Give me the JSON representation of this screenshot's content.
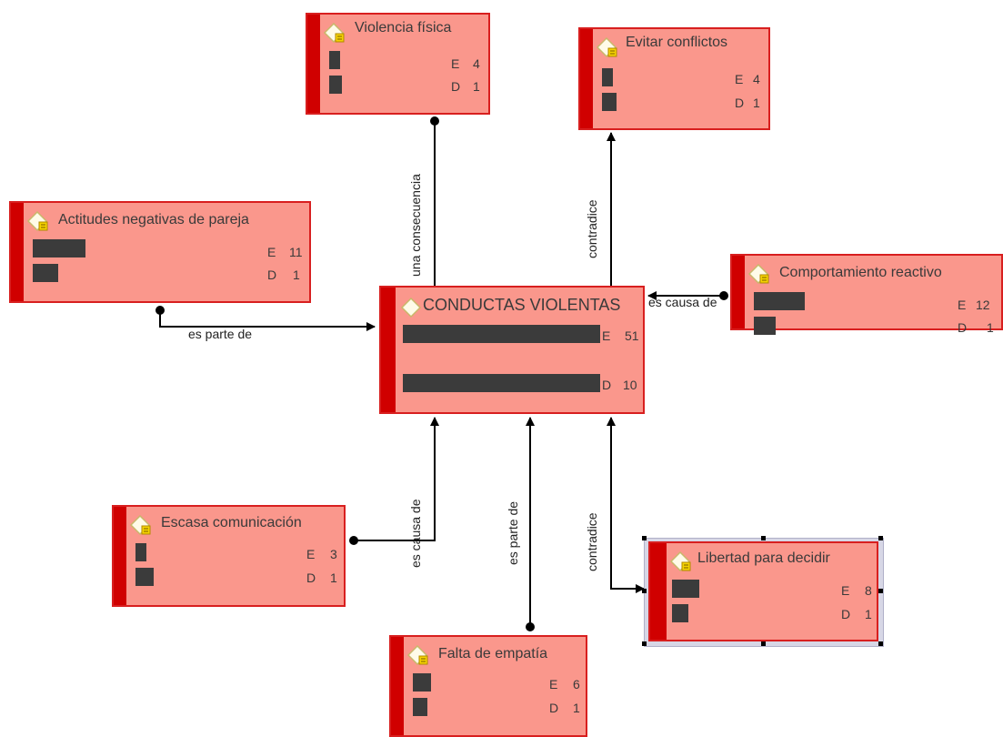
{
  "nodes": {
    "violencia": {
      "title": "Violencia física",
      "e_label": "E",
      "e": "4",
      "d_label": "D",
      "d": "1"
    },
    "evitar": {
      "title": "Evitar conflictos",
      "e_label": "E",
      "e": "4",
      "d_label": "D",
      "d": "1"
    },
    "actitudes": {
      "title": "Actitudes negativas de pareja",
      "e_label": "E",
      "e": "11",
      "d_label": "D",
      "d": "1"
    },
    "comportamiento": {
      "title": "Comportamiento reactivo",
      "e_label": "E",
      "e": "12",
      "d_label": "D",
      "d": "1"
    },
    "conductas": {
      "title": "CONDUCTAS VIOLENTAS",
      "e_label": "E",
      "e": "51",
      "d_label": "D",
      "d": "10"
    },
    "escasa": {
      "title": "Escasa comunicación",
      "e_label": "E",
      "e": "3",
      "d_label": "D",
      "d": "1"
    },
    "libertad": {
      "title": "Libertad para decidir",
      "e_label": "E",
      "e": "8",
      "d_label": "D",
      "d": "1"
    },
    "falta": {
      "title": "Falta de empatía",
      "e_label": "E",
      "e": "6",
      "d_label": "D",
      "d": "1"
    }
  },
  "edges": {
    "violencia": "una consecuencia",
    "evitar": "contradice",
    "actitudes": "es parte de",
    "comportamiento": "es causa de",
    "escasa": "es causa de",
    "falta": "es parte de",
    "libertad": "contradice"
  },
  "colors": {
    "node_fill": "#fa978c",
    "node_border": "#d81f1f",
    "stripe": "#d00000",
    "bar": "#3b3b3b"
  },
  "icons": {
    "node_icon": "code-diamond-memo-icon"
  }
}
